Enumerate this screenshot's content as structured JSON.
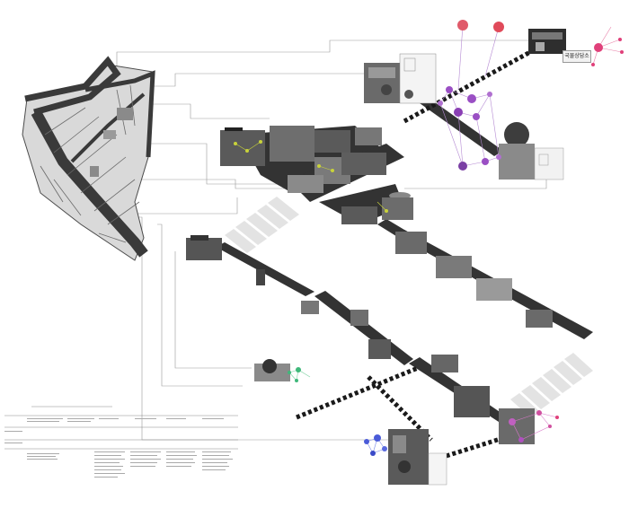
{
  "sign": {
    "text": "국물상담소"
  },
  "colors": {
    "street": "#333333",
    "crosswalk": "#e0e0e0",
    "map_road": "#4a4a4a",
    "map_fill": "#d9d9d9",
    "network_purple": "#9a4fc4",
    "network_pink": "#e0407a",
    "network_blue": "#4a5bd8",
    "network_green": "#3fb87a",
    "network_yellow": "#c8d23a"
  },
  "icons": [
    "street-map",
    "crosswalk",
    "node-network",
    "photo-cutout",
    "dashed-path"
  ]
}
